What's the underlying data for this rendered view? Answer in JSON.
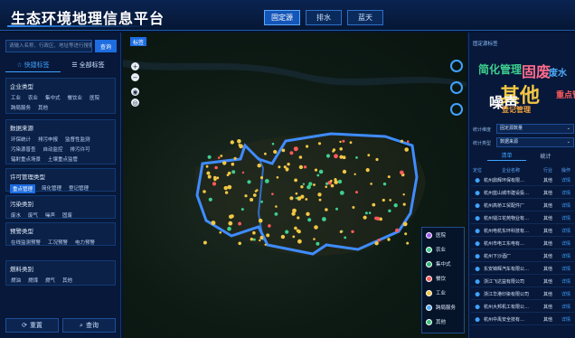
{
  "header": {
    "title": "生态环境地理信息平台",
    "tabs": [
      {
        "label": "固定源",
        "active": true
      },
      {
        "label": "排水",
        "active": false
      },
      {
        "label": "蓝天",
        "active": false
      }
    ]
  },
  "left": {
    "search_placeholder": "请输入名称、行政区、地址等进行搜索",
    "search_button": "查询",
    "tabs": [
      {
        "icon": "star-icon",
        "label": "快捷标签",
        "active": true
      },
      {
        "icon": "list-icon",
        "label": "全部标签",
        "active": false
      }
    ],
    "sections": [
      {
        "title": "企业类型",
        "items": [
          "工业",
          "农业",
          "集中式",
          "餐饮业",
          "医院",
          "跨局服务",
          "其他"
        ]
      },
      {
        "title": "数据来源",
        "items": [
          "环保统计",
          "排污申报",
          "监督性监测",
          "污染源普查",
          "自动监控",
          "排污许可",
          "辐射重点场景",
          "土壤重点监管"
        ]
      },
      {
        "title": "许可管理类型",
        "items": [
          "重点管理",
          "简化管理",
          "登记管理"
        ]
      },
      {
        "title": "污染类别",
        "items": [
          "废水",
          "废气",
          "噪声",
          "固废"
        ]
      },
      {
        "title": "预警类型",
        "items": [
          "在线监测预警",
          "工况预警",
          "电力预警"
        ]
      },
      {
        "title": "燃料类别",
        "items": [
          "燃油",
          "燃煤",
          "燃气",
          "其他"
        ]
      }
    ],
    "selected_chip": "重点管理",
    "footer": {
      "reset": "重置",
      "query": "查询"
    }
  },
  "map": {
    "badge": "标签",
    "legend": [
      {
        "label": "医院",
        "color": "#a259ff"
      },
      {
        "label": "农业",
        "color": "#3ecf8e"
      },
      {
        "label": "集中式",
        "color": "#2eb872"
      },
      {
        "label": "餐饮",
        "color": "#ff5a5a"
      },
      {
        "label": "工业",
        "color": "#f2c744"
      },
      {
        "label": "跨局服务",
        "color": "#4dabf7"
      },
      {
        "label": "其他",
        "color": "#3cc47c"
      }
    ]
  },
  "right": {
    "heading": "固定源标签",
    "wordcloud": [
      {
        "text": "其他",
        "color": "#f2c744"
      },
      {
        "text": "噪声",
        "color": "#ffffff"
      },
      {
        "text": "固废",
        "color": "#ff6b8b"
      },
      {
        "text": "简化管理",
        "color": "#3ecf8e"
      },
      {
        "text": "废水",
        "color": "#4dabf7"
      },
      {
        "text": "登记管理",
        "color": "#f2a33a"
      },
      {
        "text": "重点管理",
        "color": "#ff5a5a"
      }
    ],
    "stat_dim_label": "统计维度",
    "stat_dim_value": "固定源数量",
    "stat_type_label": "统计类型",
    "stat_type_value": "数据来源",
    "tabs": [
      {
        "label": "清单",
        "active": true
      },
      {
        "label": "统计",
        "active": false
      }
    ],
    "columns": [
      "定位",
      "企业名称",
      "行业",
      "操作"
    ],
    "rows": [
      {
        "name": "杭州鼎辉环保有限…",
        "industry": "其他",
        "action": "详情"
      },
      {
        "name": "杭州蓝山城市建设投…",
        "industry": "其他",
        "action": "详情"
      },
      {
        "name": "杭州高桥工贸配件厂",
        "industry": "其他",
        "action": "详情"
      },
      {
        "name": "杭州钱江花苑物业有…",
        "industry": "其他",
        "action": "详情"
      },
      {
        "name": "杭州电杭东环科技有…",
        "industry": "其他",
        "action": "详情"
      },
      {
        "name": "杭州市电工东电有…",
        "industry": "其他",
        "action": "详情"
      },
      {
        "name": "杭州下沙酒厂",
        "industry": "其他",
        "action": "详情"
      },
      {
        "name": "东安锦辉汽车有限公…",
        "industry": "其他",
        "action": "详情"
      },
      {
        "name": "浙江飞达益有限公司",
        "industry": "其他",
        "action": "详情"
      },
      {
        "name": "浙江华港印染有限公司",
        "industry": "其他",
        "action": "详情"
      },
      {
        "name": "杭州大邦机工有限公…",
        "industry": "其他",
        "action": "详情"
      },
      {
        "name": "杭州中禹安全技有…",
        "industry": "其他",
        "action": "详情"
      }
    ]
  }
}
